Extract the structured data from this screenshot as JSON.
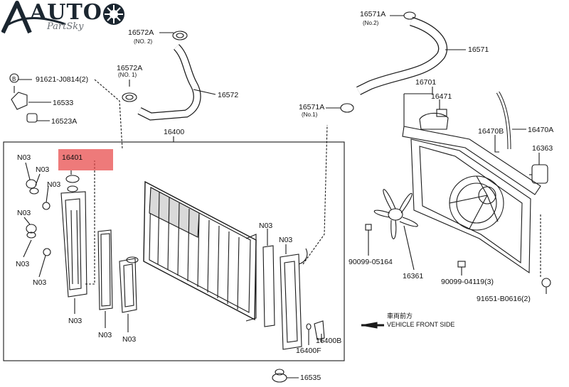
{
  "logo": {
    "letters": "AUTO",
    "sub": "PartSky"
  },
  "labels": {
    "p16572A_top": "16572A",
    "p16572A_top_no": "(NO. 2)",
    "p16572A_mid": "16572A",
    "p16572A_mid_no": "(NO. 1)",
    "p16572": "16572",
    "p91621": "91621-J0814(2)",
    "p16533": "16533",
    "p16523A": "16523A",
    "p16400": "16400",
    "p16401": "16401",
    "n03_a": "N03",
    "n03_b": "N03",
    "n03_c": "N03",
    "n03_d": "N03",
    "n03_e": "N03",
    "n03_f": "N03",
    "n03_g": "N03",
    "n03_h": "N03",
    "n03_i": "N03",
    "n03_j": "N03",
    "p16571A_top": "16571A",
    "p16571A_top_no": "(No.2)",
    "p16571": "16571",
    "p16571A_mid": "16571A",
    "p16571A_mid_no": "(No.1)",
    "p16701": "16701",
    "p16471": "16471",
    "p16470B": "16470B",
    "p16470A": "16470A",
    "p16363": "16363",
    "p90099_05164": "90099-05164",
    "p16361": "16361",
    "p90099_04119": "90099-04119(3)",
    "p91651": "91651-B0616(2)",
    "p16400B": "16400B",
    "p16400F": "16400F",
    "p16535": "16535",
    "front_cn": "車両前方",
    "front_en": "VEHICLE FRONT SIDE",
    "callout_b": "B"
  },
  "colors": {
    "highlight": "#e84646",
    "line": "#1a1a1a"
  }
}
